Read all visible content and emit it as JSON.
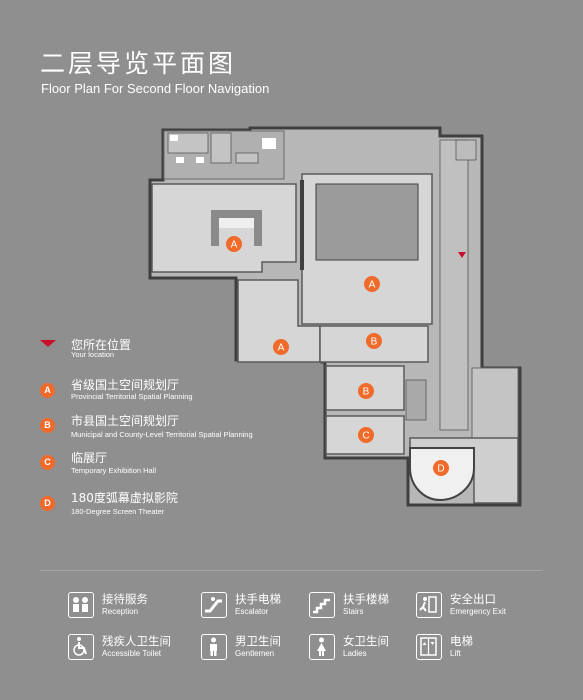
{
  "title": {
    "cn": "二层导览平面图",
    "en": "Floor Plan For Second Floor Navigation"
  },
  "map": {
    "zones": [
      {
        "id": "A1",
        "label": "A"
      },
      {
        "id": "A2",
        "label": "A"
      },
      {
        "id": "A3",
        "label": "A"
      },
      {
        "id": "B1",
        "label": "B"
      },
      {
        "id": "B2",
        "label": "B"
      },
      {
        "id": "C1",
        "label": "C"
      },
      {
        "id": "D1",
        "label": "D"
      }
    ],
    "colors": {
      "building": "#b7b7b7",
      "room": "#d6d6d6",
      "wall": "#3f3f3f",
      "badge": "#f06a2a",
      "marker": "#c8102e"
    }
  },
  "legend": {
    "location": {
      "cn": "您所在位置",
      "en": "Your location"
    },
    "items": [
      {
        "badge": "A",
        "cn": "省级国土空间规划厅",
        "en": "Provincial Territorial Spatial Planning"
      },
      {
        "badge": "B",
        "cn": "市县国土空间规划厅",
        "en": "Municipal and County-Level Territorial Spatial Planning"
      },
      {
        "badge": "C",
        "cn": "临展厅",
        "en": "Temporary Exhibition Hall"
      },
      {
        "badge": "D",
        "cn": "180度弧幕虚拟影院",
        "en": "180-Degree Screen Theater"
      }
    ]
  },
  "facilities": [
    {
      "icon": "reception-icon",
      "cn": "接待服务",
      "en": "Reception"
    },
    {
      "icon": "escalator-icon",
      "cn": "扶手电梯",
      "en": "Escalator"
    },
    {
      "icon": "stairs-icon",
      "cn": "扶手楼梯",
      "en": "Stairs"
    },
    {
      "icon": "emergency-exit-icon",
      "cn": "安全出口",
      "en": "Emergency Exit"
    },
    {
      "icon": "accessible-toilet-icon",
      "cn": "残疾人卫生间",
      "en": "Accessible Toilet"
    },
    {
      "icon": "gentlemen-icon",
      "cn": "男卫生间",
      "en": "Gentlemen"
    },
    {
      "icon": "ladies-icon",
      "cn": "女卫生间",
      "en": "Ladies"
    },
    {
      "icon": "lift-icon",
      "cn": "电梯",
      "en": "Lift"
    }
  ]
}
